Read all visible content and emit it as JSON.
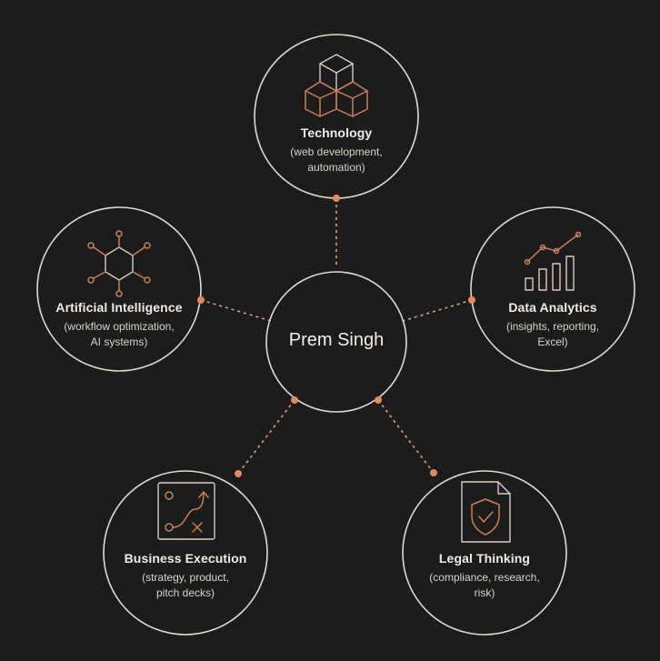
{
  "center": {
    "name": "Prem Singh"
  },
  "nodes": {
    "technology": {
      "title": "Technology",
      "desc_line1": "(web development,",
      "desc_line2": "automation)"
    },
    "ai": {
      "title": "Artificial Intelligence",
      "desc_line1": "(workflow optimization,",
      "desc_line2": "AI systems)"
    },
    "data": {
      "title": "Data Analytics",
      "desc_line1": "(insights, reporting,",
      "desc_line2": "Excel)"
    },
    "business": {
      "title": "Business Execution",
      "desc_line1": "(strategy, product,",
      "desc_line2": "pitch decks)"
    },
    "legal": {
      "title": "Legal Thinking",
      "desc_line1": "(compliance, research,",
      "desc_line2": "risk)"
    }
  },
  "icons": {
    "technology": "cubes-icon",
    "ai": "hexagon-network-icon",
    "data": "bar-chart-trend-icon",
    "business": "strategy-path-icon",
    "legal": "shield-document-icon"
  },
  "colors": {
    "background": "#1c1c1c",
    "circle_stroke": "#e0dad0",
    "accent": "#e48b5e",
    "text": "#f1ece4"
  }
}
